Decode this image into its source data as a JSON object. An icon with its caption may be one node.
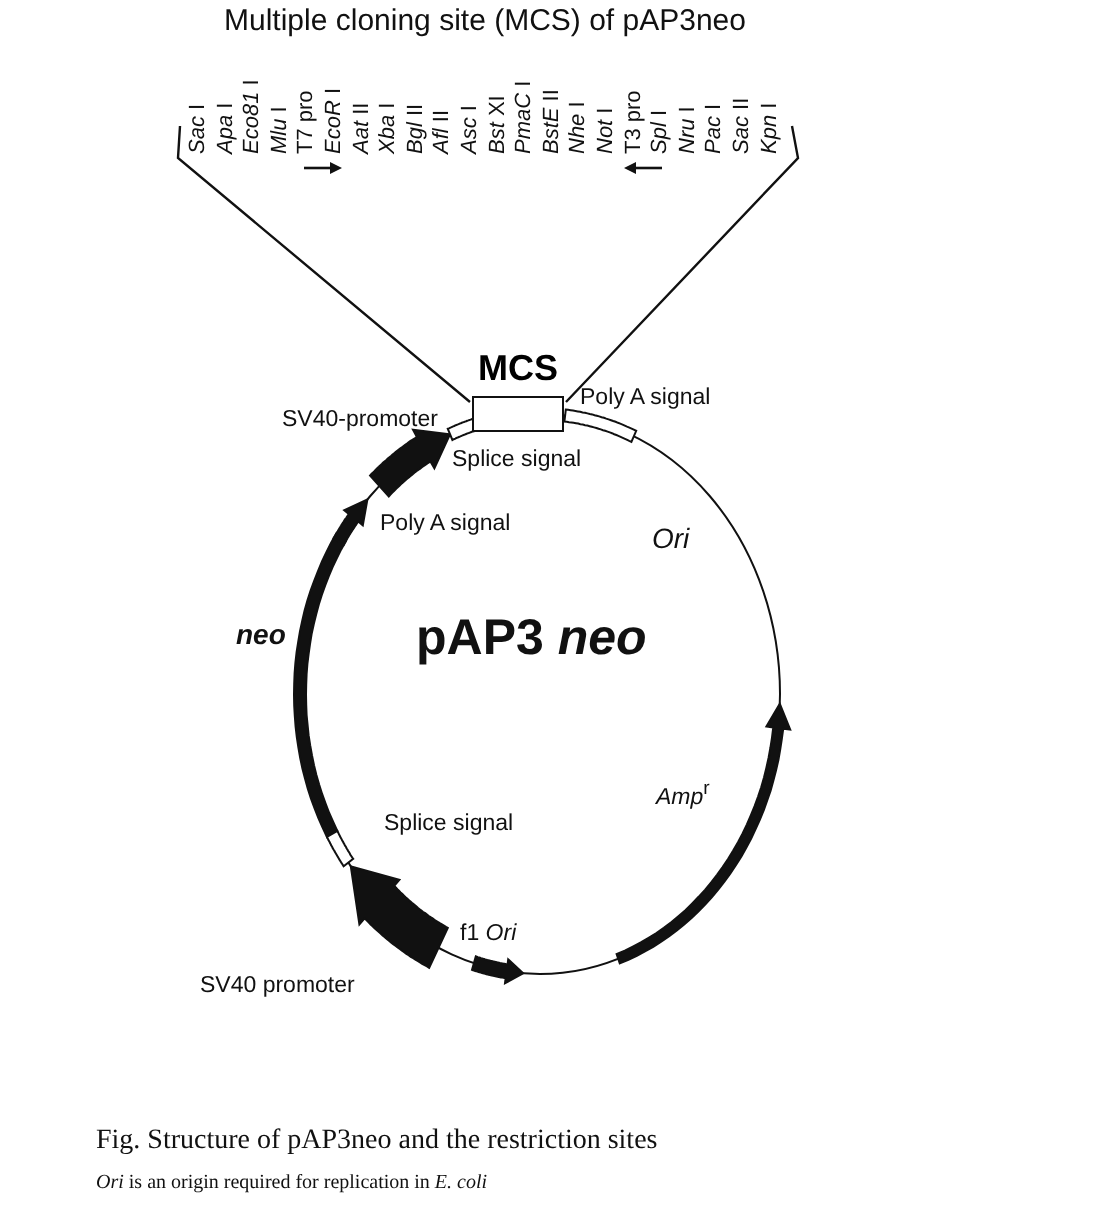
{
  "diagram": {
    "title": "Multiple cloning site (MCS) of pAP3neo",
    "caption": "Fig. Structure of pAP3neo and the restriction sites",
    "nodes": [
      {
        "text": [
          "MCS"
        ]
      }
    ],
    "labels": [
      "*Sac* I",
      "*Apa* I",
      "*Eco81* I",
      "*Mlu* I",
      "T7 pro",
      "*EcoR* I",
      "*Aat* II",
      "*Xba* I",
      "*Bgl* II",
      "*Afl* II",
      "*Asc* I",
      "*Bst* XI",
      "*PmaC* I",
      "*BstE* II",
      "*Nhe* I",
      "*Not* I",
      "T3 pro",
      "*Spl* I",
      "*Nru* I",
      "*Pac* I",
      "*Sac* II",
      "*Kpn* I",
      "SV40-promoter",
      "Poly A signal",
      "Splice signal",
      "Poly A signal",
      "Ori",
      "neo",
      "pAP3 *neo*",
      "*Amp*$^{r}$",
      "Splice signal",
      "SV40 promoter",
      "f1 *Ori*",
      "*Ori* is an origin required for replication in *E. coli*"
    ]
  }
}
